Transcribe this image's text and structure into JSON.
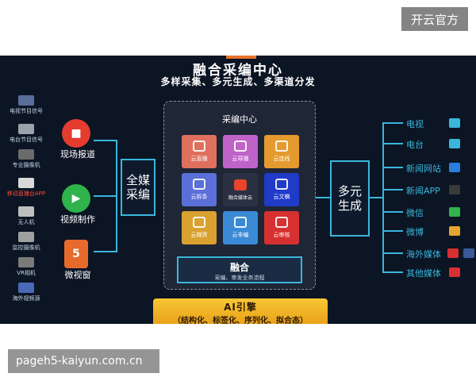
{
  "watermarks": {
    "top": "开云官方",
    "bottom": "pageh5-kaiyun.com.cn"
  },
  "diagram": {
    "title": "融合采编中心",
    "subtitle": "多样采集、多元生成、多渠道分发",
    "sources": [
      {
        "label": "电视节目信号",
        "color": "#5a6c9a",
        "icon": "tv-signal-icon"
      },
      {
        "label": "电台节目信号",
        "color": "#9aa2ac",
        "icon": "radio-signal-icon"
      },
      {
        "label": "专业摄像机",
        "color": "#6b6b6b",
        "icon": "camera-icon"
      },
      {
        "label": "移动直播台APP",
        "color": "#d9d9d9",
        "icon": "mobile-live-icon",
        "highlight": true
      },
      {
        "label": "无人机",
        "color": "#bfbfbf",
        "icon": "drone-icon"
      },
      {
        "label": "监控摄像机",
        "color": "#a0a0a0",
        "icon": "cctv-icon"
      },
      {
        "label": "VR相机",
        "color": "#7a7a7a",
        "icon": "vr-camera-icon"
      },
      {
        "label": "海外视频源",
        "color": "#4a69b6",
        "icon": "overseas-video-icon"
      }
    ],
    "apps": [
      {
        "label": "现场报道",
        "color": "#e43c2f",
        "icon": "video-camera-icon"
      },
      {
        "label": "视频制作",
        "color": "#2fb34a",
        "icon": "play-icon"
      },
      {
        "label": "微视窗",
        "color": "#e66a2c",
        "icon": "html5-icon"
      }
    ],
    "left_box": "全媒\n采编",
    "right_box": "多元\n生成",
    "hub": {
      "title": "采编中心",
      "tiles": [
        {
          "label": "云直播",
          "color": "#e0705e",
          "icon": "live-icon"
        },
        {
          "label": "云导播",
          "color": "#c063c9",
          "icon": "director-icon"
        },
        {
          "label": "云连线",
          "color": "#e59a2f",
          "icon": "link-icon"
        },
        {
          "label": "云拆条",
          "color": "#5b6fd9",
          "icon": "clip-icon"
        },
        {
          "label": "融合媒体云",
          "color": "#2a3142",
          "icon": "cloud-icon",
          "center": true
        },
        {
          "label": "云文稿",
          "color": "#1f3bc7",
          "icon": "document-icon"
        },
        {
          "label": "云媒资",
          "color": "#d9a12f",
          "icon": "asset-icon"
        },
        {
          "label": "云非编",
          "color": "#3a8ad6",
          "icon": "edit-icon"
        },
        {
          "label": "云审核",
          "color": "#d63030",
          "icon": "review-icon"
        }
      ],
      "merge_title": "融合",
      "merge_sub": "采编、审发业务流程"
    },
    "ai": {
      "title": "AI引擎",
      "sub": "（结构化、标签化、序列化、拟合态）"
    },
    "outputs": [
      {
        "label": "电视",
        "icon": "tv-icon",
        "color": "#3ab6dc"
      },
      {
        "label": "电台",
        "icon": "radio-icon",
        "color": "#3ab6dc"
      },
      {
        "label": "新闻网站",
        "icon": "ie-browser-icon",
        "color": "#2a7ddc"
      },
      {
        "label": "新闻APP",
        "icon": "phone-icon",
        "color": "#3a3a3a"
      },
      {
        "label": "微信",
        "icon": "wechat-icon",
        "color": "#2fb34a"
      },
      {
        "label": "微博",
        "icon": "weibo-icon",
        "color": "#e6a52f"
      },
      {
        "label": "海外媒体",
        "icon": "youtube-facebook-icon",
        "color": "#d63030"
      },
      {
        "label": "其他媒体",
        "icon": "toutiao-icon",
        "color": "#d63030"
      }
    ]
  }
}
